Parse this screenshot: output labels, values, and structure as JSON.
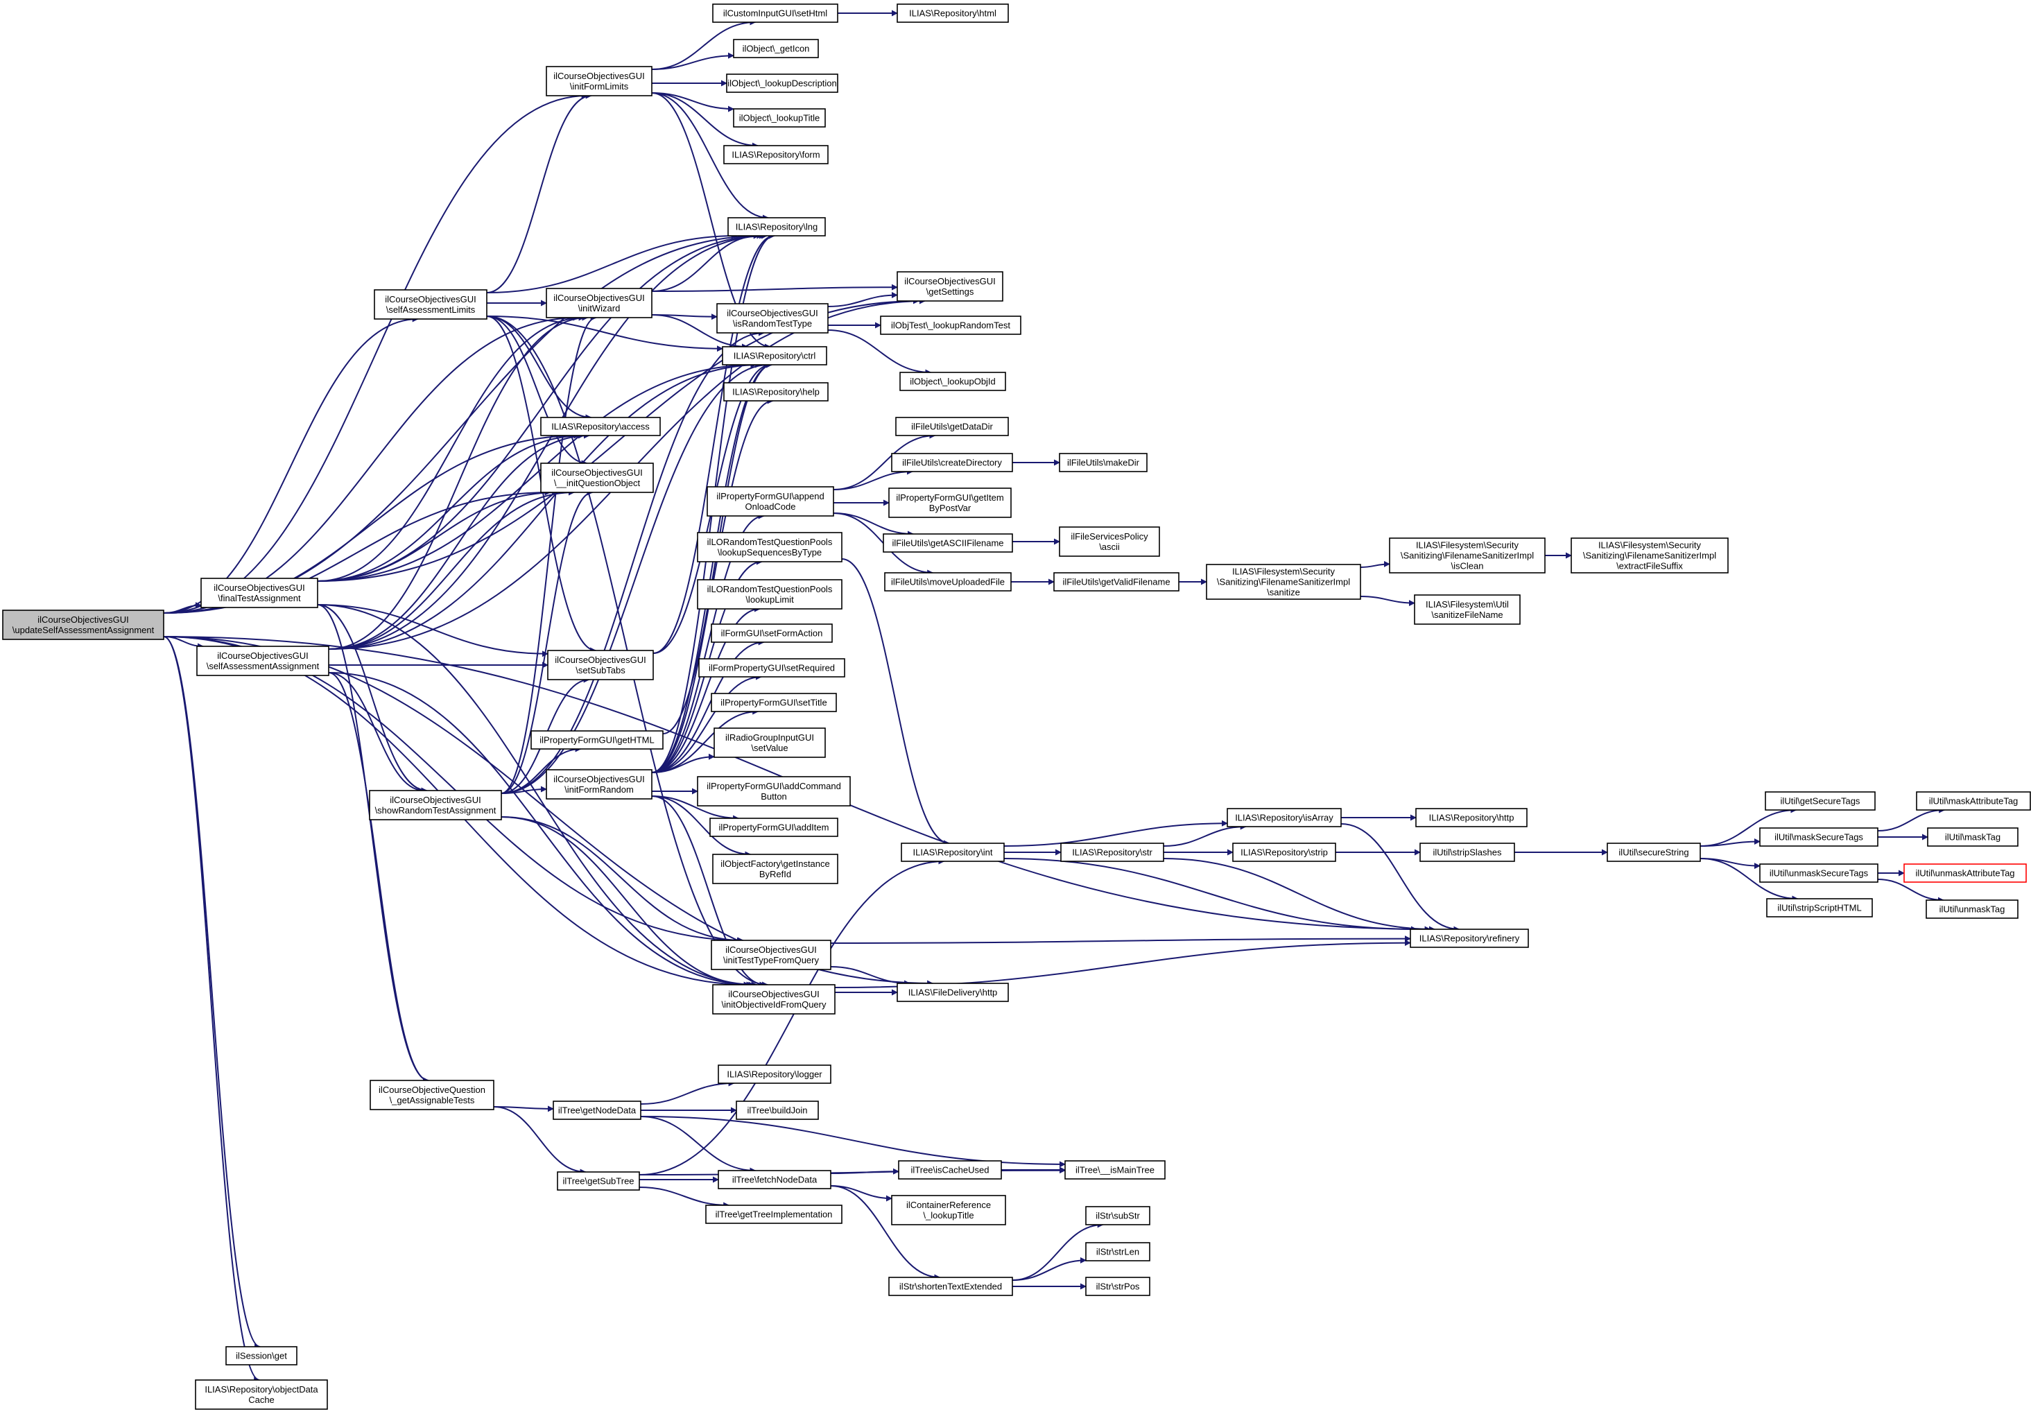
{
  "graph": {
    "colors": {
      "edge": "#191970",
      "node_border": "#000000",
      "root_fill": "#bfbfbf",
      "truncated_border": "#ff0000",
      "background": "#ffffff"
    },
    "nodes": [
      {
        "id": "root",
        "lines": [
          "ilCourseObjectivesGUI",
          "\\updateSelfAssessmentAssignment"
        ],
        "root": true
      },
      {
        "id": "initFormLimits",
        "lines": [
          "ilCourseObjectivesGUI",
          "\\initFormLimits"
        ]
      },
      {
        "id": "selfAssessLimits",
        "lines": [
          "ilCourseObjectivesGUI",
          "\\selfAssessmentLimits"
        ]
      },
      {
        "id": "finalTest",
        "lines": [
          "ilCourseObjectivesGUI",
          "\\finalTestAssignment"
        ]
      },
      {
        "id": "selfAssess",
        "lines": [
          "ilCourseObjectivesGUI",
          "\\selfAssessmentAssignment"
        ]
      },
      {
        "id": "showRandom",
        "lines": [
          "ilCourseObjectivesGUI",
          "\\showRandomTestAssignment"
        ]
      },
      {
        "id": "getAssignable",
        "lines": [
          "ilCourseObjectiveQuestion",
          "\\_getAssignableTests"
        ]
      },
      {
        "id": "sessionGet",
        "lines": [
          "ilSession\\get"
        ]
      },
      {
        "id": "objectDataCache",
        "lines": [
          "ILIAS\\Repository\\objectData",
          "Cache"
        ]
      },
      {
        "id": "customSetHtml",
        "lines": [
          "ilCustomInputGUI\\setHtml"
        ]
      },
      {
        "id": "repoHtml",
        "lines": [
          "ILIAS\\Repository\\html"
        ]
      },
      {
        "id": "getIcon",
        "lines": [
          "ilObject\\_getIcon"
        ]
      },
      {
        "id": "lookupDesc",
        "lines": [
          "ilObject\\_lookupDescription"
        ]
      },
      {
        "id": "lookupTitle",
        "lines": [
          "ilObject\\_lookupTitle"
        ]
      },
      {
        "id": "repoForm",
        "lines": [
          "ILIAS\\Repository\\form"
        ]
      },
      {
        "id": "repoLng",
        "lines": [
          "ILIAS\\Repository\\lng"
        ]
      },
      {
        "id": "initWizard",
        "lines": [
          "ilCourseObjectivesGUI",
          "\\initWizard"
        ]
      },
      {
        "id": "getSettings",
        "lines": [
          "ilCourseObjectivesGUI",
          "\\getSettings"
        ]
      },
      {
        "id": "isRandom",
        "lines": [
          "ilCourseObjectivesGUI",
          "\\isRandomTestType"
        ]
      },
      {
        "id": "lookupRandomTest",
        "lines": [
          "ilObjTest\\_lookupRandomTest"
        ]
      },
      {
        "id": "repoCtrl",
        "lines": [
          "ILIAS\\Repository\\ctrl"
        ]
      },
      {
        "id": "lookupObjId",
        "lines": [
          "ilObject\\_lookupObjId"
        ]
      },
      {
        "id": "repoHelp",
        "lines": [
          "ILIAS\\Repository\\help"
        ]
      },
      {
        "id": "repoAccess",
        "lines": [
          "ILIAS\\Repository\\access"
        ]
      },
      {
        "id": "initQuestionObj",
        "lines": [
          "ilCourseObjectivesGUI",
          "\\__initQuestionObject"
        ]
      },
      {
        "id": "getDataDir",
        "lines": [
          "ilFileUtils\\getDataDir"
        ]
      },
      {
        "id": "createDir",
        "lines": [
          "ilFileUtils\\createDirectory"
        ]
      },
      {
        "id": "makeDir",
        "lines": [
          "ilFileUtils\\makeDir"
        ]
      },
      {
        "id": "appendOnload",
        "lines": [
          "ilPropertyFormGUI\\append",
          "OnloadCode"
        ]
      },
      {
        "id": "getItemByPostVar",
        "lines": [
          "ilPropertyFormGUI\\getItem",
          "ByPostVar"
        ]
      },
      {
        "id": "getAsciiFilename",
        "lines": [
          "ilFileUtils\\getASCIIFilename"
        ]
      },
      {
        "id": "fsPolicyAscii",
        "lines": [
          "ilFileServicesPolicy",
          "\\ascii"
        ]
      },
      {
        "id": "lookupSeqByType",
        "lines": [
          "ilLORandomTestQuestionPools",
          "\\lookupSequencesByType"
        ]
      },
      {
        "id": "moveUploaded",
        "lines": [
          "ilFileUtils\\moveUploadedFile"
        ]
      },
      {
        "id": "getValidFilename",
        "lines": [
          "ilFileUtils\\getValidFilename"
        ]
      },
      {
        "id": "sanitize",
        "lines": [
          "ILIAS\\Filesystem\\Security",
          "\\Sanitizing\\FilenameSanitizerImpl",
          "\\sanitize"
        ]
      },
      {
        "id": "isClean",
        "lines": [
          "ILIAS\\Filesystem\\Security",
          "\\Sanitizing\\FilenameSanitizerImpl",
          "\\isClean"
        ]
      },
      {
        "id": "extractSuffix",
        "lines": [
          "ILIAS\\Filesystem\\Security",
          "\\Sanitizing\\FilenameSanitizerImpl",
          "\\extractFileSuffix"
        ]
      },
      {
        "id": "sanitizeFileName",
        "lines": [
          "ILIAS\\Filesystem\\Util",
          "\\sanitizeFileName"
        ]
      },
      {
        "id": "lookupLimit",
        "lines": [
          "ilLORandomTestQuestionPools",
          "\\lookupLimit"
        ]
      },
      {
        "id": "setFormAction",
        "lines": [
          "ilFormGUI\\setFormAction"
        ]
      },
      {
        "id": "setSubTabs",
        "lines": [
          "ilCourseObjectivesGUI",
          "\\setSubTabs"
        ]
      },
      {
        "id": "setRequired",
        "lines": [
          "ilFormPropertyGUI\\setRequired"
        ]
      },
      {
        "id": "setTitle",
        "lines": [
          "ilPropertyFormGUI\\setTitle"
        ]
      },
      {
        "id": "getHTML",
        "lines": [
          "ilPropertyFormGUI\\getHTML"
        ]
      },
      {
        "id": "radioSetValue",
        "lines": [
          "ilRadioGroupInputGUI",
          "\\setValue"
        ]
      },
      {
        "id": "initFormRandom",
        "lines": [
          "ilCourseObjectivesGUI",
          "\\initFormRandom"
        ]
      },
      {
        "id": "addCommandButton",
        "lines": [
          "ilPropertyFormGUI\\addCommand",
          "Button"
        ]
      },
      {
        "id": "addItem",
        "lines": [
          "ilPropertyFormGUI\\addItem"
        ]
      },
      {
        "id": "getInstanceByRefId",
        "lines": [
          "ilObjectFactory\\getInstance",
          "ByRefId"
        ]
      },
      {
        "id": "repoInt",
        "lines": [
          "ILIAS\\Repository\\int"
        ]
      },
      {
        "id": "repoStr",
        "lines": [
          "ILIAS\\Repository\\str"
        ]
      },
      {
        "id": "repoIsArray",
        "lines": [
          "ILIAS\\Repository\\isArray"
        ]
      },
      {
        "id": "repoHttp",
        "lines": [
          "ILIAS\\Repository\\http"
        ]
      },
      {
        "id": "repoStrip",
        "lines": [
          "ILIAS\\Repository\\strip"
        ]
      },
      {
        "id": "stripSlashes",
        "lines": [
          "ilUtil\\stripSlashes"
        ]
      },
      {
        "id": "secureString",
        "lines": [
          "ilUtil\\secureString"
        ]
      },
      {
        "id": "getSecureTags",
        "lines": [
          "ilUtil\\getSecureTags"
        ]
      },
      {
        "id": "maskSecureTags",
        "lines": [
          "ilUtil\\maskSecureTags"
        ]
      },
      {
        "id": "maskAttributeTag",
        "lines": [
          "ilUtil\\maskAttributeTag"
        ]
      },
      {
        "id": "maskTag",
        "lines": [
          "ilUtil\\maskTag"
        ]
      },
      {
        "id": "unmaskSecureTags",
        "lines": [
          "ilUtil\\unmaskSecureTags"
        ]
      },
      {
        "id": "unmaskAttributeTag",
        "lines": [
          "ilUtil\\unmaskAttributeTag"
        ],
        "truncated": true
      },
      {
        "id": "stripScriptHTML",
        "lines": [
          "ilUtil\\stripScriptHTML"
        ]
      },
      {
        "id": "unmaskTag",
        "lines": [
          "ilUtil\\unmaskTag"
        ]
      },
      {
        "id": "refinery",
        "lines": [
          "ILIAS\\Repository\\refinery"
        ]
      },
      {
        "id": "initTestType",
        "lines": [
          "ilCourseObjectivesGUI",
          "\\initTestTypeFromQuery"
        ]
      },
      {
        "id": "initObjectiveId",
        "lines": [
          "ilCourseObjectivesGUI",
          "\\initObjectiveIdFromQuery"
        ]
      },
      {
        "id": "fdHttp",
        "lines": [
          "ILIAS\\FileDelivery\\http"
        ]
      },
      {
        "id": "repoLogger",
        "lines": [
          "ILIAS\\Repository\\logger"
        ]
      },
      {
        "id": "getNodeData",
        "lines": [
          "ilTree\\getNodeData"
        ]
      },
      {
        "id": "buildJoin",
        "lines": [
          "ilTree\\buildJoin"
        ]
      },
      {
        "id": "fetchNodeData",
        "lines": [
          "ilTree\\fetchNodeData"
        ]
      },
      {
        "id": "isCacheUsed",
        "lines": [
          "ilTree\\isCacheUsed"
        ]
      },
      {
        "id": "isMainTree",
        "lines": [
          "ilTree\\__isMainTree"
        ]
      },
      {
        "id": "getSubTree",
        "lines": [
          "ilTree\\getSubTree"
        ]
      },
      {
        "id": "getTreeImpl",
        "lines": [
          "ilTree\\getTreeImplementation"
        ]
      },
      {
        "id": "containerLookupTitle",
        "lines": [
          "ilContainerReference",
          "\\_lookupTitle"
        ]
      },
      {
        "id": "subStr",
        "lines": [
          "ilStr\\subStr"
        ]
      },
      {
        "id": "strLen",
        "lines": [
          "ilStr\\strLen"
        ]
      },
      {
        "id": "shortenText",
        "lines": [
          "ilStr\\shortenTextExtended"
        ]
      },
      {
        "id": "strPos",
        "lines": [
          "ilStr\\strPos"
        ]
      }
    ]
  }
}
